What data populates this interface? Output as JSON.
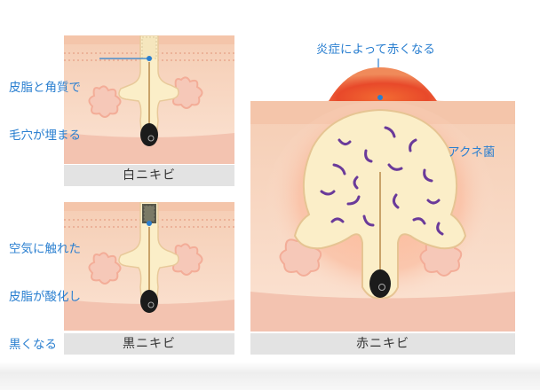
{
  "panels": {
    "whitehead": {
      "caption": "白ニキビ",
      "note_lines": [
        "皮脂と角質で",
        "毛穴が埋まる"
      ]
    },
    "blackhead": {
      "caption": "黒ニキビ",
      "note_lines": [
        "空気に触れた",
        "皮脂が酸化し",
        "黒くなる"
      ]
    },
    "red": {
      "caption": "赤ニキビ",
      "inflammation_note": "炎症によって赤くなる",
      "bacteria_label": "アクネ菌"
    }
  },
  "colors": {
    "label_blue": "#2a7fd0",
    "skin": "#f7d3bd",
    "skin_top": "#f2c2a6",
    "sebum": "#fbeec8",
    "inflammation": "#e8492a",
    "bacteria": "#6a3a9a",
    "caption_bg": "#e3e3e3"
  }
}
